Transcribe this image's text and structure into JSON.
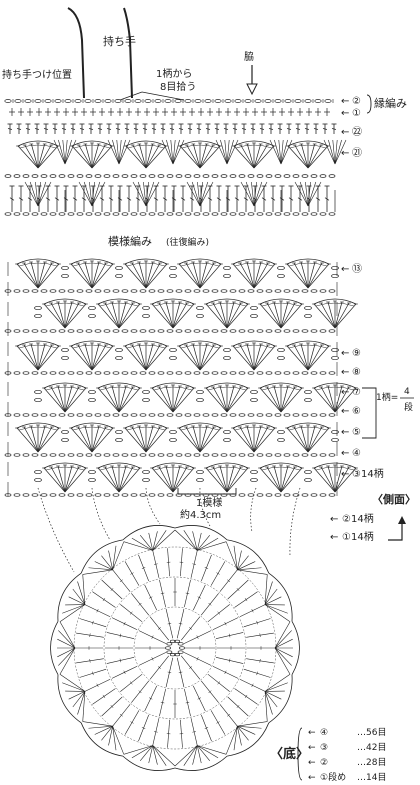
{
  "top_labels": {
    "handle": "持ち手",
    "handle_position": "持ち手つけ位置",
    "pick_up": "1柄から 8目拾う",
    "side_seam": "脇"
  },
  "border": {
    "title": "縁編み",
    "rows": [
      "②",
      "①"
    ]
  },
  "upper_rows": [
    "㉒",
    "㉑"
  ],
  "pattern": {
    "title": "模様編み",
    "note": "(往復編み)"
  },
  "pattern_rows": [
    "⑬",
    "⑨",
    "⑧",
    "⑦",
    "⑥",
    "⑤",
    "④",
    "③14柄"
  ],
  "repeat_note": {
    "prefix": "1柄=",
    "numerator": "4",
    "denominator": "段"
  },
  "one_pattern": {
    "label": "1模様",
    "size": "約4.3cm"
  },
  "side_section": {
    "title": "〈側面〉",
    "rows": [
      "②14柄",
      "①14柄"
    ]
  },
  "bottom_section": {
    "title": "〈底〉",
    "rows": [
      {
        "row": "④",
        "count": "…56目"
      },
      {
        "row": "③",
        "count": "…42目"
      },
      {
        "row": "②",
        "count": "…28目"
      },
      {
        "row": "①段め",
        "count": "…14目"
      }
    ]
  },
  "colors": {
    "ink": "#222222",
    "paper": "#ffffff"
  }
}
